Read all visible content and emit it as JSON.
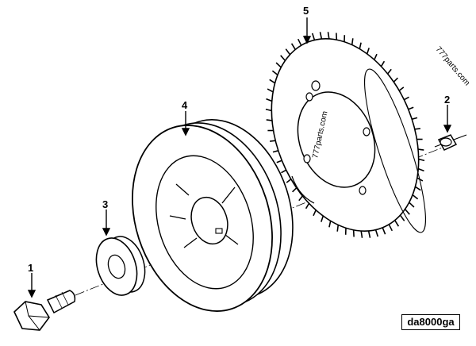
{
  "callouts": [
    {
      "id": "1",
      "part": "bolt"
    },
    {
      "id": "2",
      "part": "screw"
    },
    {
      "id": "3",
      "part": "washer"
    },
    {
      "id": "4",
      "part": "pulley"
    },
    {
      "id": "5",
      "part": "tone-wheel"
    }
  ],
  "watermark_text": "777parts.com",
  "watermark_text_2": "777parts.com",
  "drawing_code": "da8000ga"
}
